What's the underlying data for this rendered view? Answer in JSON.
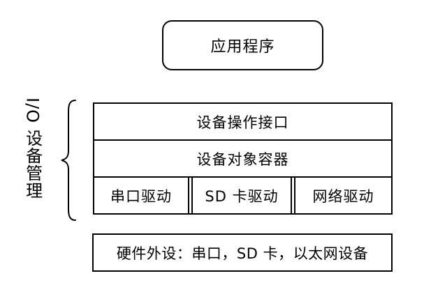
{
  "diagram": {
    "app_box": {
      "label": "应用程序"
    },
    "side_label": {
      "text": "I/O 设备管理"
    },
    "stack": {
      "row1": "设备操作接口",
      "row2": "设备对象容器",
      "drivers": [
        "串口驱动",
        "SD 卡驱动",
        "网络驱动"
      ]
    },
    "hardware_box": {
      "label": "硬件外设：串口，SD 卡，以太网设备"
    },
    "colors": {
      "line": "#000000",
      "text": "#000000",
      "background": "#ffffff"
    }
  }
}
